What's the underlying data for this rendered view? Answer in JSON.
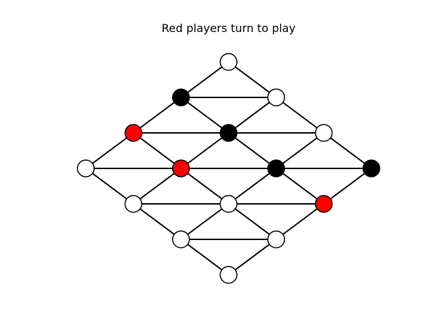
{
  "game": {
    "status_text": "Red players turn to play",
    "turn": "red"
  },
  "colors": {
    "red": "#ff0000",
    "black": "#000000",
    "empty": "#ffffff",
    "line": "#000000"
  },
  "board": {
    "rows": [
      [
        "empty"
      ],
      [
        "black",
        "empty"
      ],
      [
        "red",
        "black",
        "empty"
      ],
      [
        "empty",
        "red",
        "black",
        "black"
      ],
      [
        "empty",
        "empty",
        "red"
      ],
      [
        "empty",
        "empty"
      ],
      [
        "empty"
      ]
    ]
  }
}
